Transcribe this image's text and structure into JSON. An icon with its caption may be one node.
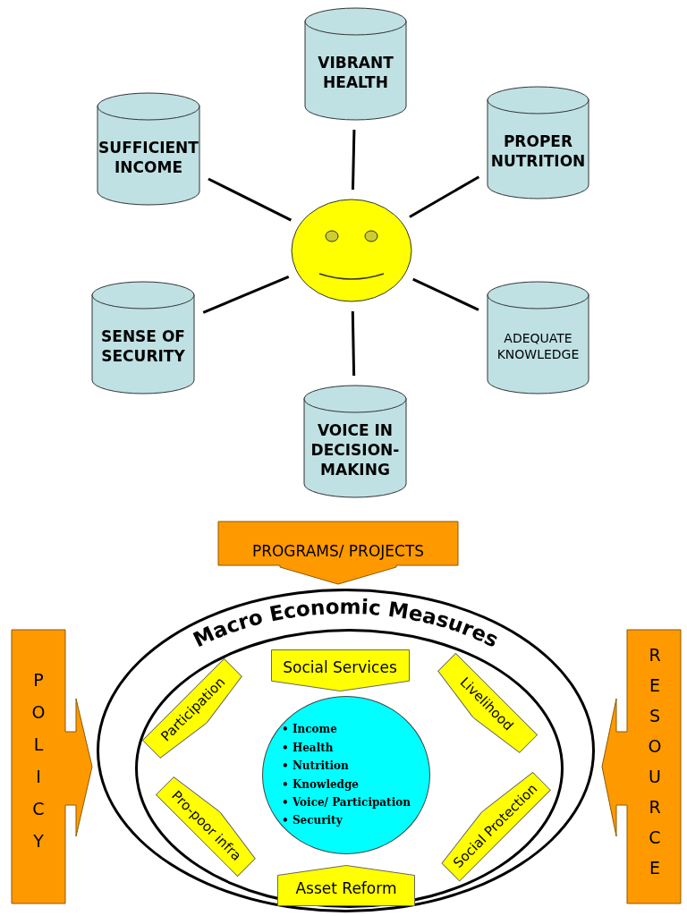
{
  "diagram": {
    "nodes": [
      {
        "text": [],
        "shape": "circle"
      },
      {
        "text": [
          "VIBRANT HEALTH"
        ]
      },
      {
        "text": [
          "SUFFICIENT INCOME"
        ]
      },
      {
        "text": [
          "PROPER NUTRITION"
        ]
      },
      {
        "text": [
          "SENSE OF SECURITY"
        ]
      },
      {
        "text": [
          "ADEQUATE KNOWLEDGE"
        ]
      },
      {
        "text": [
          "VOICE IN DECISION-MAKING"
        ]
      },
      {
        "text": [
          "PROGRAMS/ PROJECTS"
        ]
      },
      {
        "text": [
          "POLICY"
        ]
      },
      {
        "text": [
          "RESOURCE"
        ]
      },
      {
        "text": [
          "Macro Economic Measures"
        ]
      },
      {
        "text": [],
        "shape": "circle",
        "in": 10
      },
      {
        "text": [
          "Social Services"
        ],
        "in": 11
      },
      {
        "text": [
          "Participation"
        ],
        "in": 11
      },
      {
        "text": [
          "Livelihood"
        ],
        "in": 11
      },
      {
        "text": [
          "• Income",
          "• Health",
          "• Nutrition",
          "• Knowledge",
          "• Voice/ Participation",
          "• Security"
        ],
        "in": 11
      },
      {
        "text": [
          "Pro-poor infra"
        ],
        "in": 11
      },
      {
        "text": [
          "Social Protection"
        ],
        "in": 11
      },
      {
        "text": [
          "Asset Reform"
        ],
        "in": 11
      }
    ],
    "edges": [
      {
        "from": 0,
        "to": 1,
        "arrow": "none"
      },
      {
        "from": 0,
        "to": 2,
        "arrow": "none"
      },
      {
        "from": 0,
        "to": 3,
        "arrow": "none"
      },
      {
        "from": 0,
        "to": 4,
        "arrow": "none"
      },
      {
        "from": 0,
        "to": 5,
        "arrow": "none"
      },
      {
        "from": 0,
        "to": 6,
        "arrow": "none"
      }
    ]
  }
}
